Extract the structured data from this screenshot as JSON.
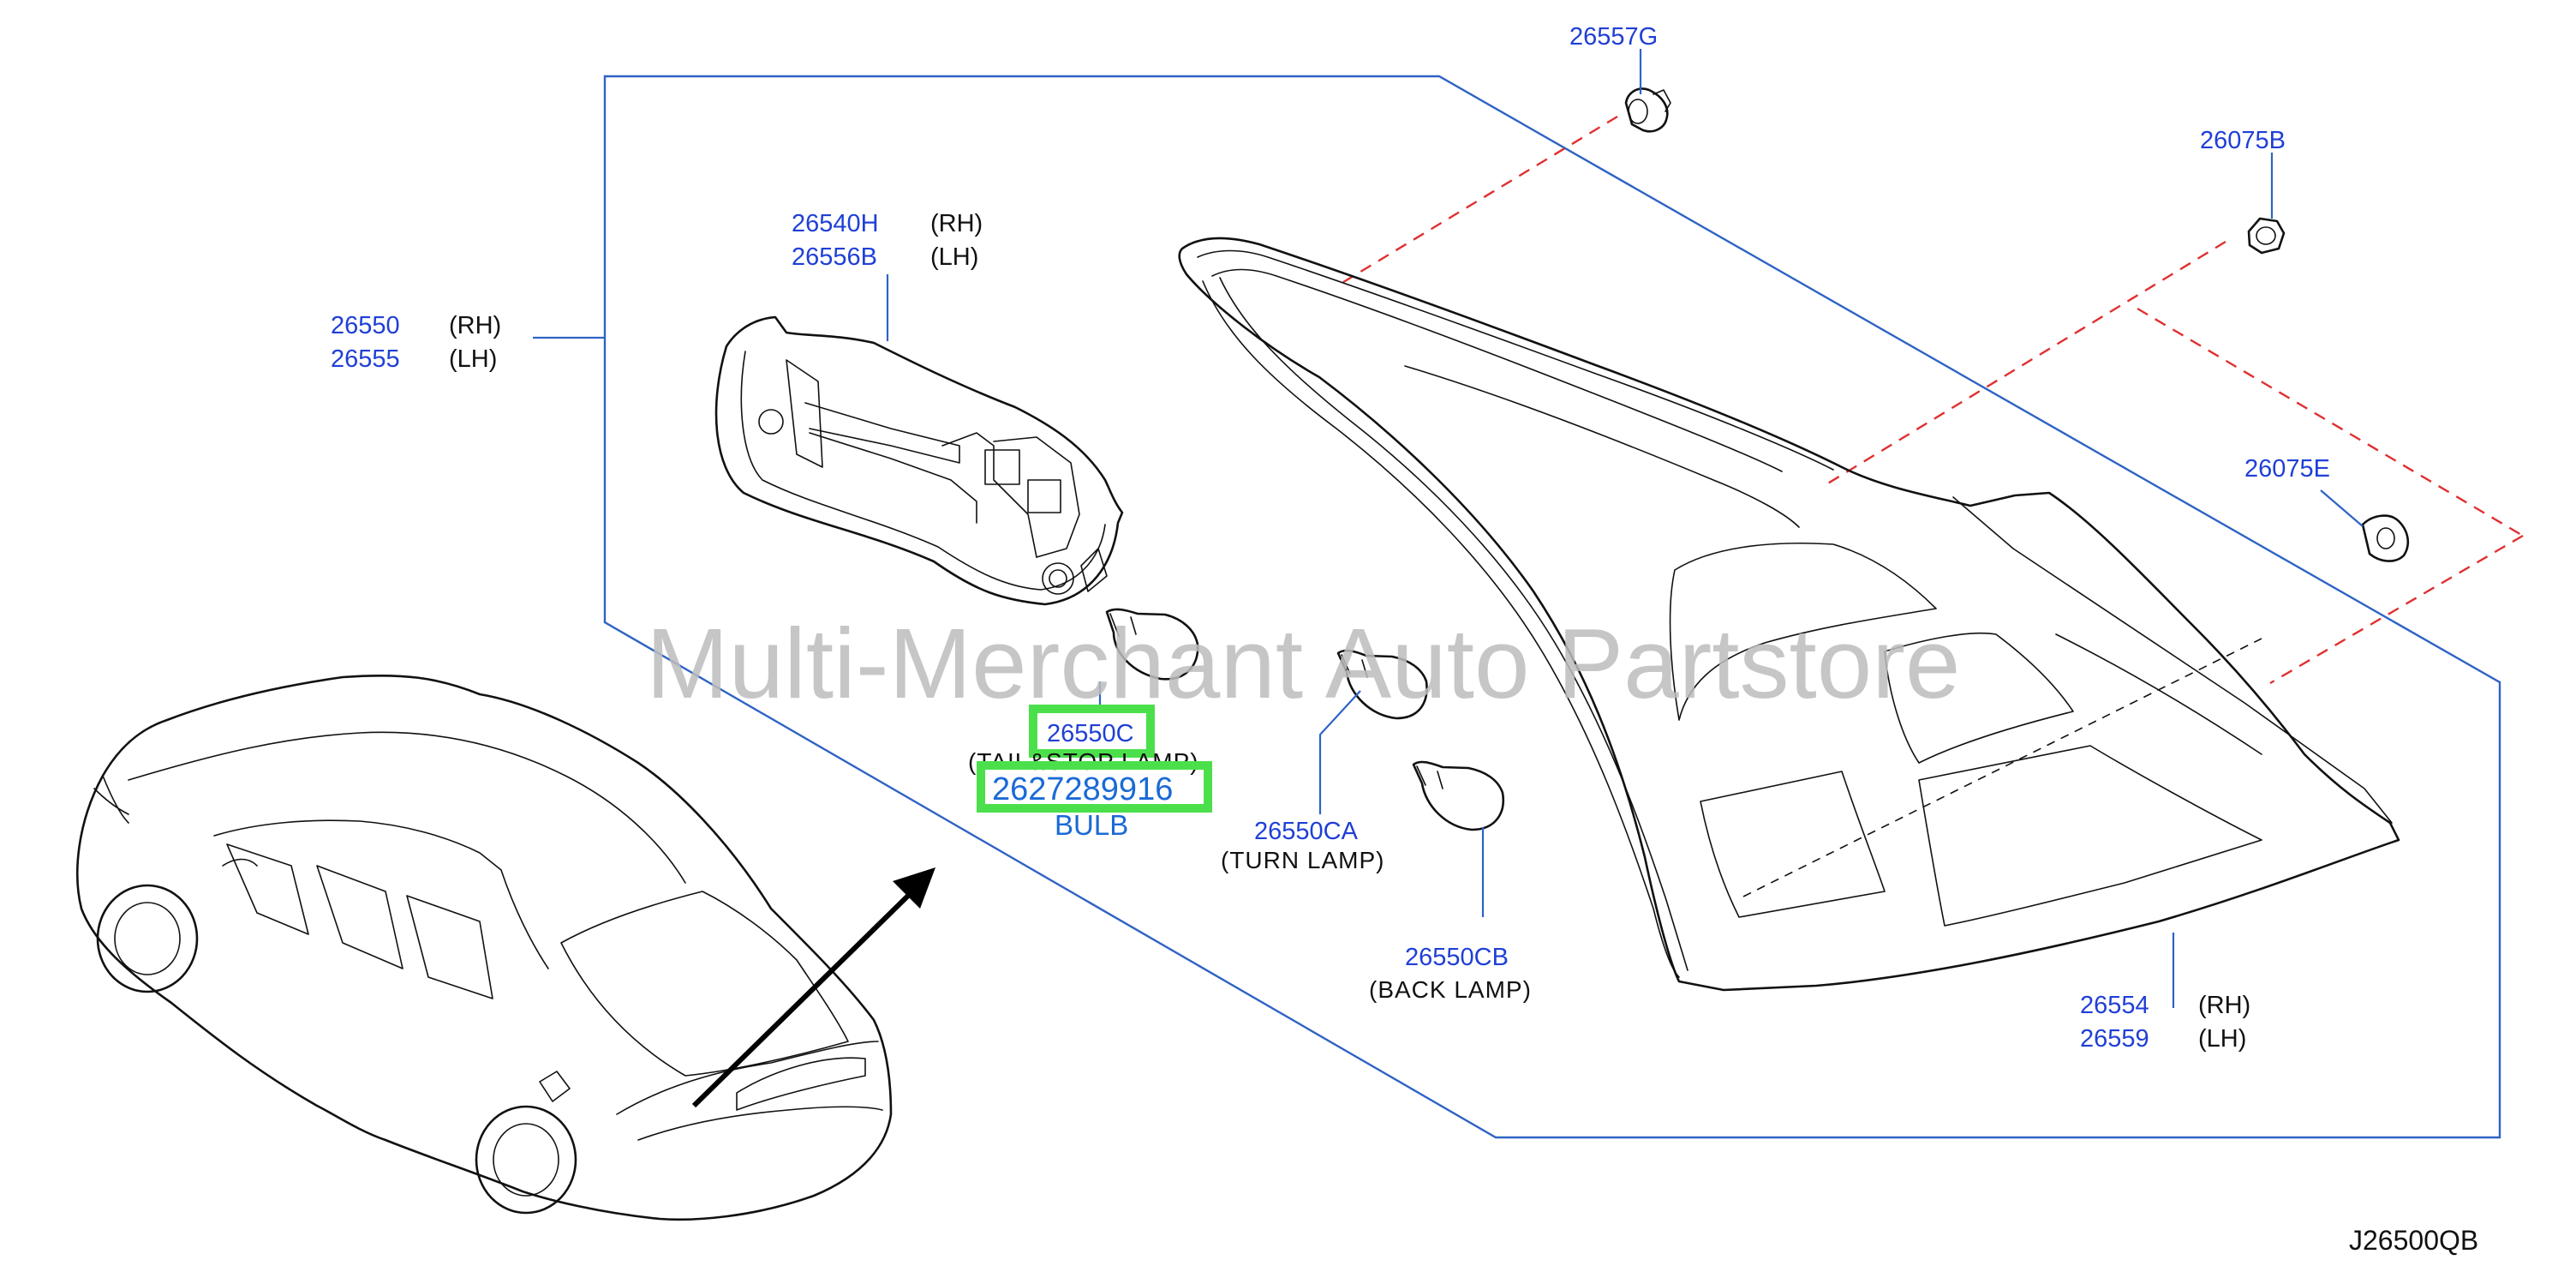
{
  "diagram_code": "J26500QB",
  "watermark": "Multi-Merchant Auto Partstore",
  "assembly": {
    "rh_part": "26550",
    "rh_side": "(RH)",
    "lh_part": "26555",
    "lh_side": "(LH)"
  },
  "socket_harness": {
    "rh_part": "26540H",
    "rh_side": "(RH)",
    "lh_part": "26556B",
    "lh_side": "(LH)"
  },
  "clip_top": {
    "part": "26557G"
  },
  "nut_right": {
    "part": "26075B"
  },
  "grommet_right": {
    "part": "26075E"
  },
  "tail_stop_bulb": {
    "part": "26550C",
    "description": "(TAIL&STOP  LAMP)",
    "alt_number": "2627289916",
    "alt_label": "BULB"
  },
  "turn_bulb": {
    "part": "26550CA",
    "description": "(TURN   LAMP)"
  },
  "back_bulb": {
    "part": "26550CB",
    "description": "(BACK   LAMP)"
  },
  "lens_housing": {
    "rh_part": "26554",
    "rh_side": "(RH)",
    "lh_part": "26559",
    "lh_side": "(LH)"
  },
  "colors": {
    "part_number": "#1f3fd6",
    "leader_line": "#2f63c4",
    "highlight_box": "#4be04b",
    "highlight_text": "#1a6ad6",
    "hidden_line": "#e03030",
    "watermark": "#bdbdbd"
  }
}
